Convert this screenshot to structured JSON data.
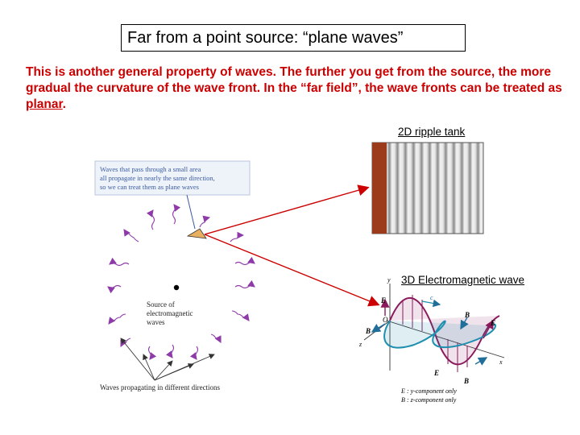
{
  "slide": {
    "title": "Far from a point source: “plane waves”",
    "body_part1": "This is another general property of waves.  The further you get from the source, the more gradual the curvature of the wave front.  In the “far field”, the wave fronts can be treated as ",
    "body_emphasis": "planar",
    "body_end": "."
  },
  "figures": {
    "ripple_tank_label": "2D ripple tank",
    "em_wave_label": "3D Electromagnetic wave"
  },
  "point_source_figure": {
    "callout_line1": "Waves that pass through a small area",
    "callout_line2": "all propagate in nearly the same direction,",
    "callout_line3": "so we can treat them as plane waves",
    "source_line1": "Source of",
    "source_line2": "electromagnetic",
    "source_line3": "waves",
    "caption": "Waves propagating in different directions"
  },
  "em_figure": {
    "e_symbol": "E",
    "b_symbol": "B",
    "c_symbol": "c",
    "o_symbol": "O",
    "x_axis": "x",
    "y_axis": "y",
    "z_axis": "z",
    "legend_e": ": y-component only",
    "legend_b": ": z-component only"
  },
  "colors": {
    "body_text": "#cc0000",
    "arrow": "#cc0000",
    "e_wave": "#8b1a5c",
    "b_wave": "#1f8fb0",
    "callout_text": "#3a5aa0"
  }
}
